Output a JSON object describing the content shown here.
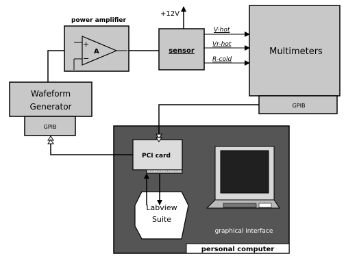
{
  "power_amplifier": {
    "title": "power amplifier",
    "symbol": "A",
    "plus": "+",
    "minus": "−"
  },
  "supply": {
    "label": "+12V"
  },
  "sensor": {
    "label": "sensor"
  },
  "signals": {
    "v_hot": "V-hot",
    "vr_hot": "Vr-hot",
    "r_cold": "R-cold"
  },
  "multimeters": {
    "label": "Multimeters",
    "gpib_label": "GPIB"
  },
  "waveform_generator": {
    "line1": "Wafeform",
    "line2": "Generator",
    "gpib_label": "GPIB"
  },
  "computer": {
    "label": "personal computer",
    "pci_card": "PCI card",
    "labview_line1": "Labview",
    "labview_line2": "Suite",
    "graphical_interface": "graphical interface"
  },
  "colors": {
    "box_fill": "#c8c8c8",
    "pc_fill": "#555555",
    "line": "#000000"
  }
}
